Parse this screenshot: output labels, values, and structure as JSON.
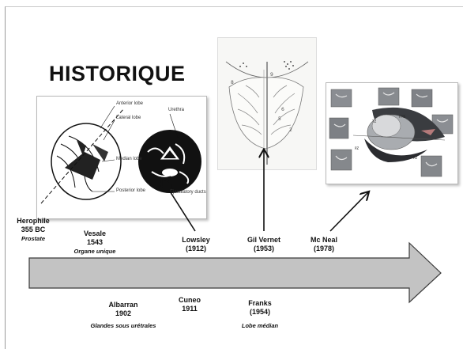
{
  "slide": {
    "title": "HISTORIQUE"
  },
  "figure1": {
    "labels": {
      "anterior": "Anterior lobe",
      "lateral": "Lateral lobe",
      "median": "Median lobe",
      "posterior": "Posterior lobe",
      "urethra": "Urethra",
      "ejaculatory": "Ejaculatory ducts"
    }
  },
  "events_top": [
    {
      "name": "Herophile",
      "date": "355 BC",
      "note": "Prostate"
    },
    {
      "name": "Vesale",
      "date": "1543",
      "note": "Organe unique"
    },
    {
      "name": "Lowsley",
      "date": "(1912)"
    },
    {
      "name": "Gil Vernet",
      "date": "(1953)"
    },
    {
      "name": "Mc Neal",
      "date": "(1978)"
    }
  ],
  "events_bottom": [
    {
      "name": "Albarran",
      "date": "1902",
      "note": "Glandes sous urétrales"
    },
    {
      "name": "Cuneo",
      "date": "1911"
    },
    {
      "name": "Franks",
      "date": "(1954)",
      "note": "Lobe médian"
    }
  ],
  "colors": {
    "arrow_fill": "#c3c3c3",
    "arrow_stroke": "#3a3a3a",
    "text": "#111111"
  }
}
